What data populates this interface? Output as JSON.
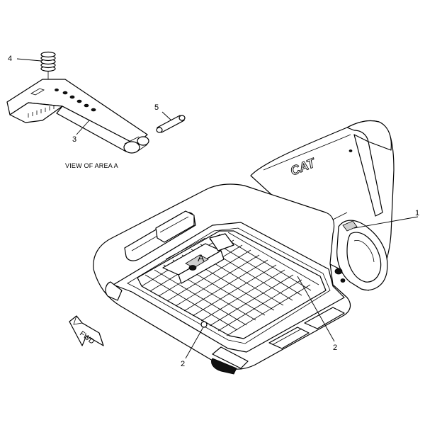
{
  "callouts": {
    "c1": "1",
    "c2a": "2",
    "c2b": "2",
    "c3": "3",
    "c4": "4",
    "c5": "5"
  },
  "area_label": "A",
  "view_caption": "VIEW OF AREA A",
  "direction_label": "FWD",
  "brand_mark": "CAT"
}
